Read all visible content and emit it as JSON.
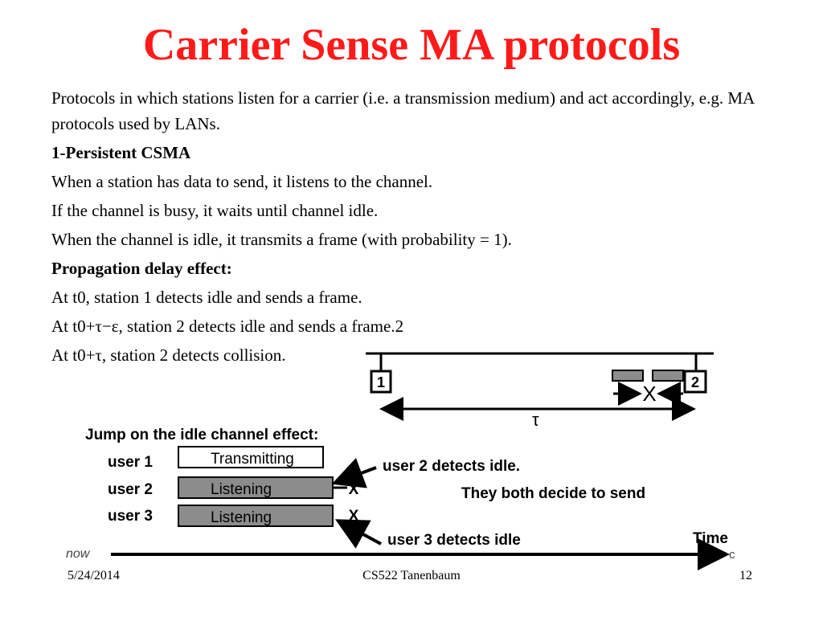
{
  "slide": {
    "title": "Carrier Sense MA protocols",
    "paragraphs": [
      "Protocols in which stations listen for a carrier (i.e. a transmission medium) and act accordingly, e.g. MA protocols used by LANs.",
      "1-Persistent CSMA",
      "When a station has data to send, it listens to the channel.",
      "If the channel is busy, it waits until channel idle.",
      "When the channel is idle, it transmits a frame (with probability = 1).",
      "Propagation delay effect:",
      "At t0, station 1 detects idle and sends a frame.",
      "At t0+τ−ε, station 2 detects idle and sends a frame.2",
      "At t0+τ, station 2 detects collision."
    ]
  },
  "figure_top": {
    "station1": "1",
    "station2": "2",
    "collision_mark": "X",
    "tau": "τ"
  },
  "figure_bottom": {
    "heading": "Jump on the idle channel effect:",
    "rows": [
      {
        "user": "user 1",
        "state": "Transmitting"
      },
      {
        "user": "user 2",
        "state": "Listening"
      },
      {
        "user": "user 3",
        "state": "Listening"
      }
    ],
    "x_mark": "X",
    "note_user2": "user 2 detects idle.",
    "note_both": "They both decide to send",
    "note_user3": "user 3 detects idle",
    "time_label": "Time",
    "left_fragment": "now",
    "right_fragment": "c"
  },
  "footer": {
    "date": "5/24/2014",
    "course": "CS522 Tanenbaum",
    "page": "12"
  },
  "colors": {
    "title": "#ff1a1a",
    "listening_fill": "#8c8c8c",
    "frame_fill": "#8c8c8c"
  }
}
